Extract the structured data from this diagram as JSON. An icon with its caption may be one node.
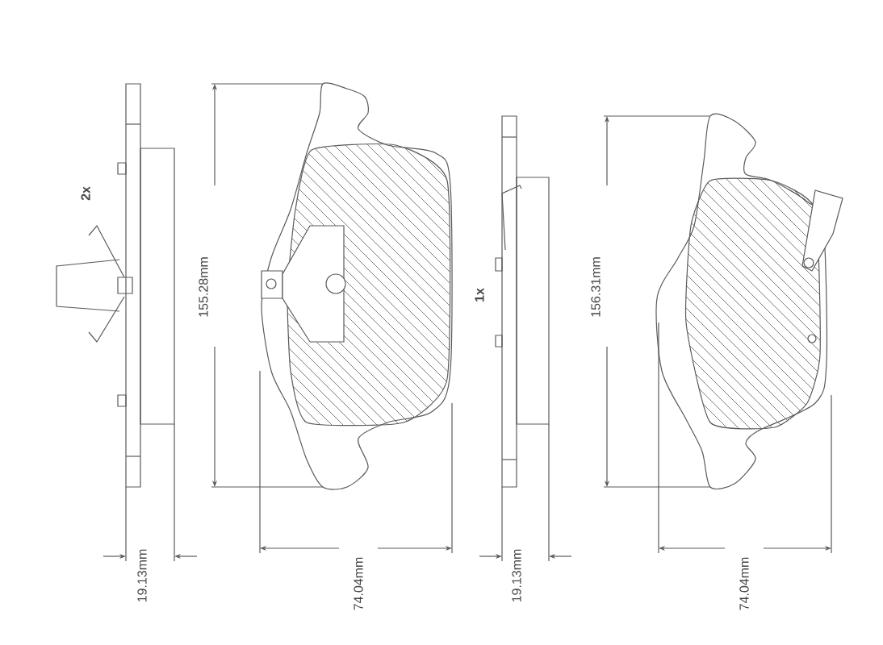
{
  "diagram": {
    "labels": [
      "2x",
      "155.28mm",
      "1x",
      "156.31mm",
      "19.13mm",
      "74.04mm",
      "19.13mm",
      "74.04mm"
    ]
  }
}
